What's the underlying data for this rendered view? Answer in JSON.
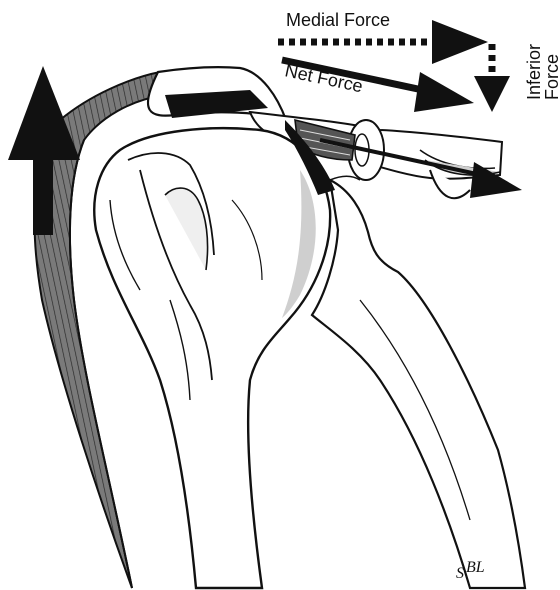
{
  "labels": {
    "medial_force": "Medial Force",
    "net_force": "Net Force",
    "inferior_line1": "Inferior",
    "inferior_line2": "Force"
  },
  "signature": {
    "s": "S",
    "bl": "BL"
  },
  "colors": {
    "ink": "#111111",
    "muscle_fill": "#6b6b6b",
    "deltoid_fill": "#8a8a8a",
    "bone_fill": "#ffffff",
    "shade": "#cfcfcf"
  }
}
